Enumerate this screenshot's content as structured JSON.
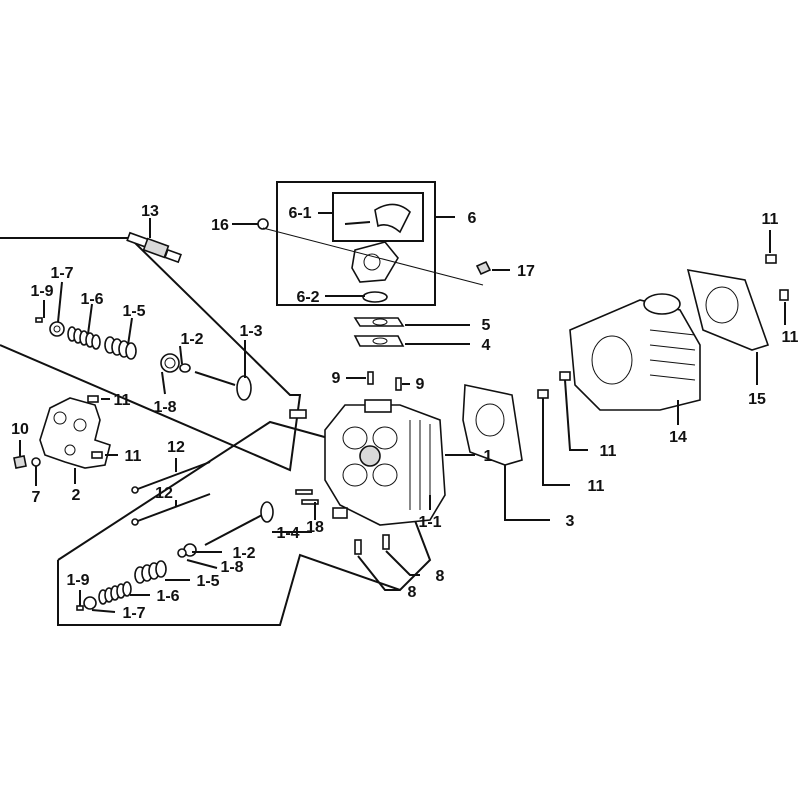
{
  "labels": {
    "l13": "13",
    "l17a": "1-7",
    "l19a": "1-9",
    "l16a": "1-6",
    "l15a": "1-5",
    "l12a": "1-2",
    "l13b": "1-3",
    "l18a": "1-8",
    "l16": "16",
    "l61": "6-1",
    "l6": "6",
    "l62": "6-2",
    "l17": "17",
    "l5": "5",
    "l4": "4",
    "l9a": "9",
    "l9b": "9",
    "l11a": "11",
    "l10": "10",
    "l11b": "11",
    "l7": "7",
    "l2": "2",
    "l12a2": "12",
    "l12b": "12",
    "l1": "1",
    "l11c": "1-1",
    "l14": "1-4",
    "l18": "18",
    "l12b2": "1-2",
    "l18b": "1-8",
    "l15b": "1-5",
    "l16b": "1-6",
    "l17b": "1-7",
    "l19b": "1-9",
    "l8a": "8",
    "l8b": "8",
    "l3": "3",
    "l11d": "11",
    "l11e": "11",
    "l14b": "14",
    "l15": "15",
    "l11f": "11",
    "l11g": "11"
  }
}
